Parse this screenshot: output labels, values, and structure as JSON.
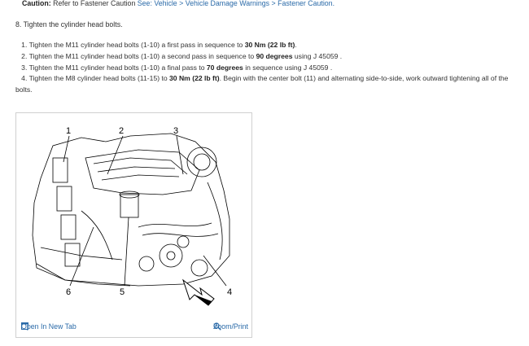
{
  "caution": {
    "label": "Caution:",
    "text": "Refer to Fastener Caution",
    "link": "See: Vehicle > Vehicle Damage Warnings > Fastener Caution."
  },
  "step": {
    "text": "8. Tighten the cylinder head bolts."
  },
  "substeps": [
    {
      "num": "1.",
      "pre": "Tighten the M11 cylinder head bolts (1-10) a first pass in sequence to ",
      "bold": "30 Nm (22 lb ft)",
      "post": "."
    },
    {
      "num": "2.",
      "pre": "Tighten the M11 cylinder head bolts (1-10) a second pass in sequence to ",
      "bold": "90 degrees",
      "post": " using J 45059 ."
    },
    {
      "num": "3.",
      "pre": "Tighten the M11 cylinder head bolts (1-10) a final pass to ",
      "bold": "70 degrees",
      "post": " in sequence using J 45059 ."
    },
    {
      "num": "4.",
      "pre": "Tighten the M8 cylinder head bolts (11-15) to ",
      "bold": "30 Nm (22 lb ft)",
      "post": ". Begin with the center bolt (11) and alternating side-to-side, work outward tightening all of the bolts."
    }
  ],
  "figure": {
    "callouts": [
      "1",
      "2",
      "3",
      "4",
      "5",
      "6"
    ],
    "open_label": "Open In New Tab",
    "zoom_label": "Zoom/Print"
  }
}
